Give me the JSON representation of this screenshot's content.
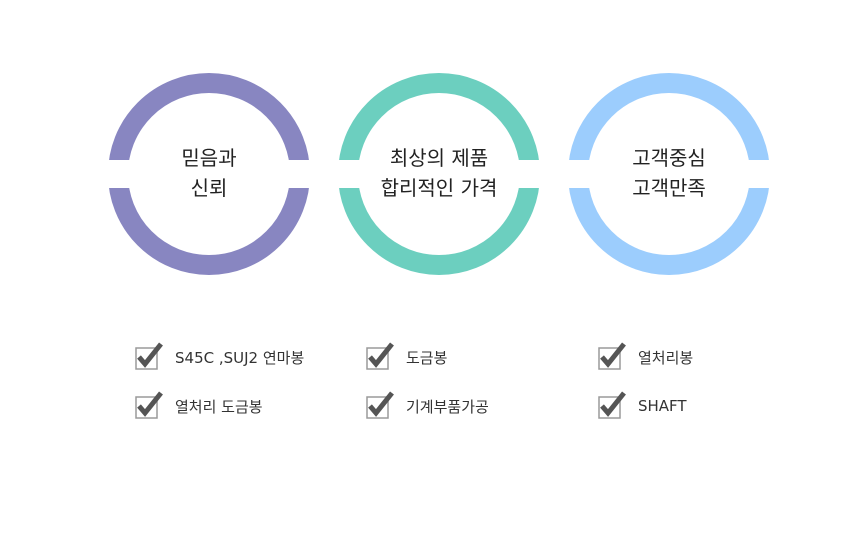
{
  "colors": {
    "circle1": "#8886c1",
    "circle2": "#6ccfbf",
    "circle3": "#9ccdfd",
    "check_box": "#9a9a9a",
    "check_mark": "#555555"
  },
  "circles": [
    {
      "line1": "믿음과",
      "line2": "신뢰"
    },
    {
      "line1": "최상의 제품",
      "line2": "합리적인 가격"
    },
    {
      "line1": "고객중심",
      "line2": "고객만족"
    }
  ],
  "checklist": [
    [
      "S45C ,SUJ2 연마봉",
      "열처리 도금봉"
    ],
    [
      "도금봉",
      "기계부품가공"
    ],
    [
      "열처리봉",
      "SHAFT"
    ]
  ],
  "icons": {
    "check": "checkmark-box-icon"
  }
}
